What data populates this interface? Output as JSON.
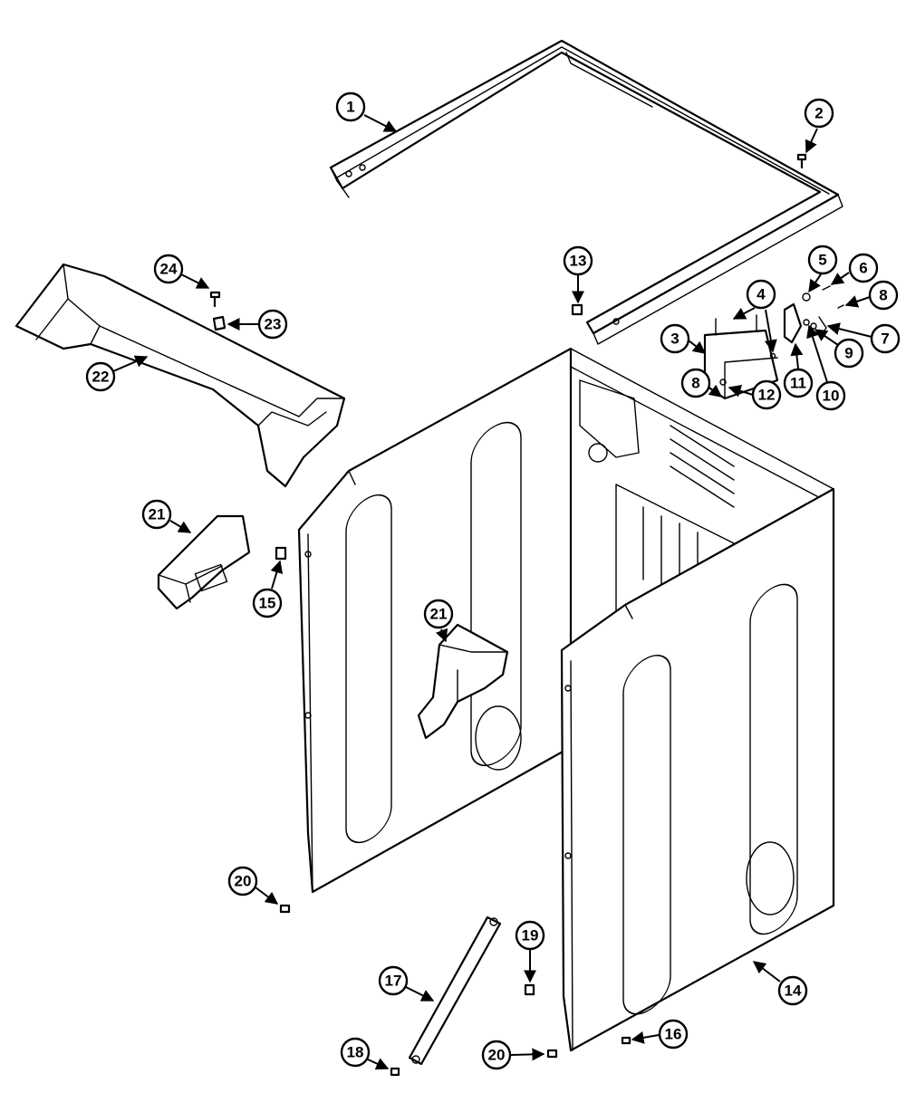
{
  "callouts": [
    {
      "label": "1"
    },
    {
      "label": "2"
    },
    {
      "label": "3"
    },
    {
      "label": "4"
    },
    {
      "label": "5"
    },
    {
      "label": "6"
    },
    {
      "label": "8"
    },
    {
      "label": "7"
    },
    {
      "label": "9"
    },
    {
      "label": "10"
    },
    {
      "label": "11"
    },
    {
      "label": "8"
    },
    {
      "label": "12"
    },
    {
      "label": "13"
    },
    {
      "label": "24"
    },
    {
      "label": "23"
    },
    {
      "label": "22"
    },
    {
      "label": "21"
    },
    {
      "label": "15"
    },
    {
      "label": "21"
    },
    {
      "label": "20"
    },
    {
      "label": "17"
    },
    {
      "label": "19"
    },
    {
      "label": "14"
    },
    {
      "label": "18"
    },
    {
      "label": "20"
    },
    {
      "label": "16"
    }
  ]
}
